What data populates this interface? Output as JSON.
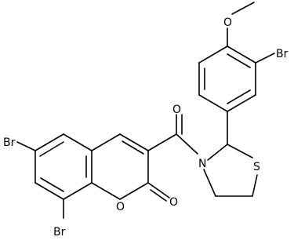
{
  "molecule": {
    "atom_labels": {
      "br_upper_left": "Br",
      "br_lower_left": "Br",
      "br_aryl": "Br",
      "o_carbonyl_ketone": "O",
      "o_methoxy": "O",
      "o_ring": "O",
      "o_lactone_carbonyl": "O",
      "n_thiazolidine": "N",
      "s_thiazolidine": "S"
    }
  },
  "colors": {
    "bond": "#000000",
    "text": "#000000",
    "background": "#ffffff"
  }
}
